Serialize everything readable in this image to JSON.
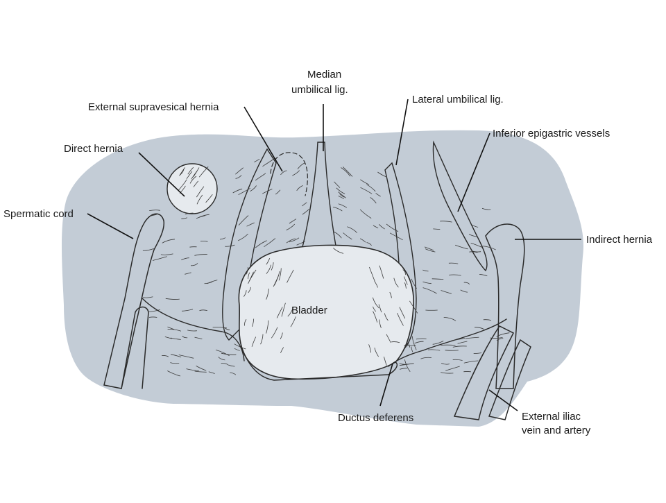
{
  "labels": {
    "median_line1": "Median",
    "median_line2": "umbilical lig.",
    "external_supravesical": "External supravesical hernia",
    "lateral_umbilical": "Lateral umbilical lig.",
    "inferior_epigastric": "Inferior epigastric vessels",
    "direct_hernia": "Direct hernia",
    "spermatic_cord": "Spermatic cord",
    "indirect_hernia": "Indirect hernia",
    "bladder": "Bladder",
    "ductus_deferens": "Ductus deferens",
    "external_iliac_line1": "External iliac",
    "external_iliac_line2": "vein and artery"
  },
  "colors": {
    "background_region": "#c3ccd6",
    "structure_fill": "#e6eaee",
    "ink": "#222222"
  }
}
